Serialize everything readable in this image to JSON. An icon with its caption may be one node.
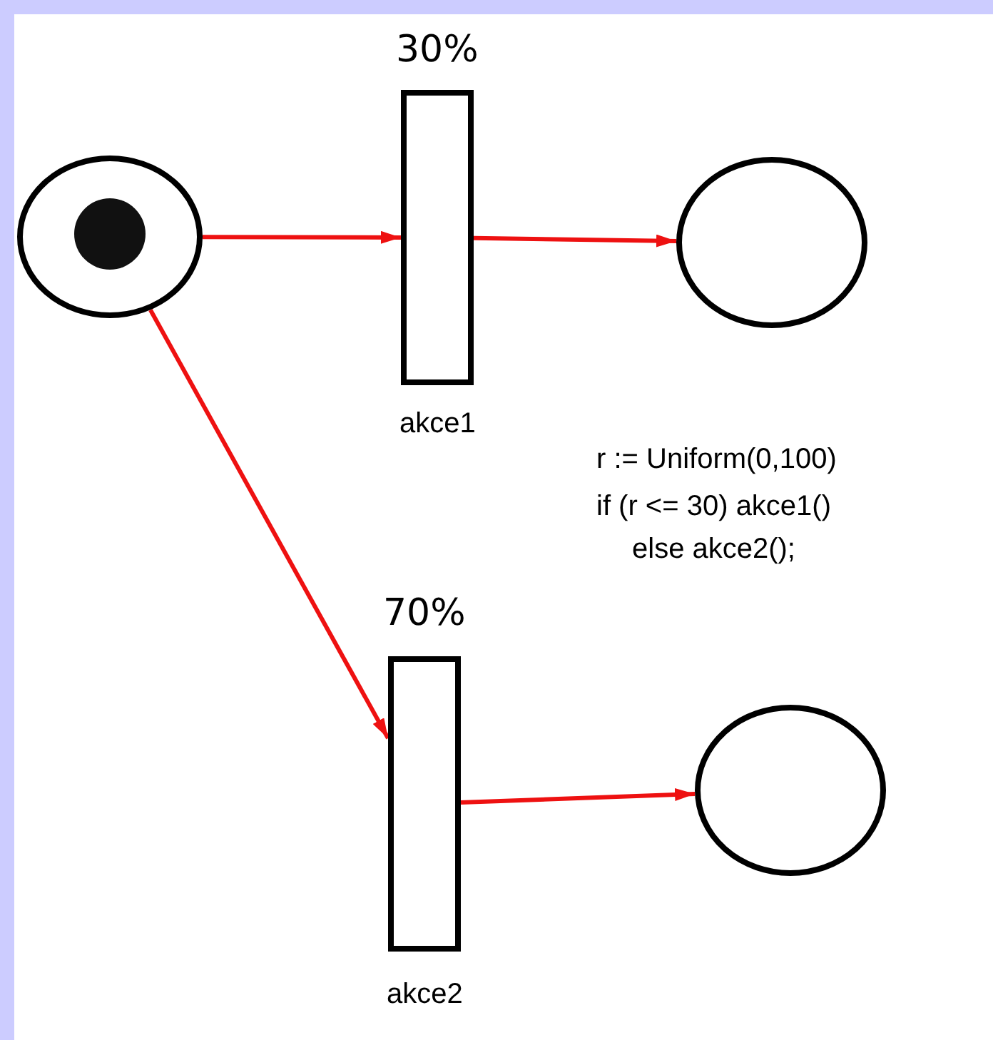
{
  "diagram": {
    "nodes": [
      {
        "text": [],
        "shape": "circle"
      },
      {
        "text": [],
        "shape": "circle",
        "in": 0
      },
      {
        "text": [],
        "shape": "bar",
        "beside": [
          "30%",
          "akce1"
        ]
      },
      {
        "text": [],
        "shape": "circle"
      },
      {
        "text": [],
        "shape": "bar",
        "beside": [
          "70%",
          "akce2"
        ]
      },
      {
        "text": [],
        "shape": "circle"
      }
    ],
    "edges": [
      {
        "from": 0,
        "to": 2,
        "arrow": "to"
      },
      {
        "from": 2,
        "to": 3,
        "arrow": "to"
      },
      {
        "from": 0,
        "to": 4,
        "arrow": "to"
      },
      {
        "from": 4,
        "to": 5,
        "arrow": "to"
      }
    ],
    "labels": [
      "r := Uniform(0,100)",
      "if (r <= 30) akce1()",
      "else akce2();"
    ]
  }
}
